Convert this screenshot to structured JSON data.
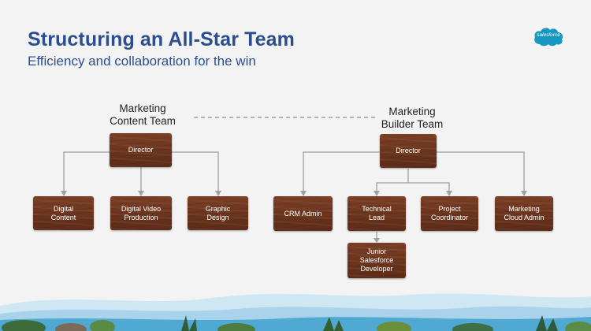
{
  "header": {
    "title": "Structuring an All-Star Team",
    "subtitle": "Efficiency and collaboration for the win",
    "logo_text": "salesforce"
  },
  "teams": {
    "content": {
      "label": "Marketing\nContent Team",
      "director": "Director",
      "roles": [
        "Digital\nContent",
        "Digital Video\nProduction",
        "Graphic\nDesign"
      ]
    },
    "builder": {
      "label": "Marketing\nBuilder Team",
      "director": "Director",
      "roles": [
        "CRM Admin",
        "Technical\nLead",
        "Project\nCoordinator",
        "Marketing\nCloud Admin"
      ],
      "sub_role": "Junior\nSalesforce\nDeveloper"
    }
  },
  "colors": {
    "title": "#2a4e8f",
    "box": "#6b341d",
    "connector": "#9a9a9a",
    "logo": "#1798c1"
  }
}
